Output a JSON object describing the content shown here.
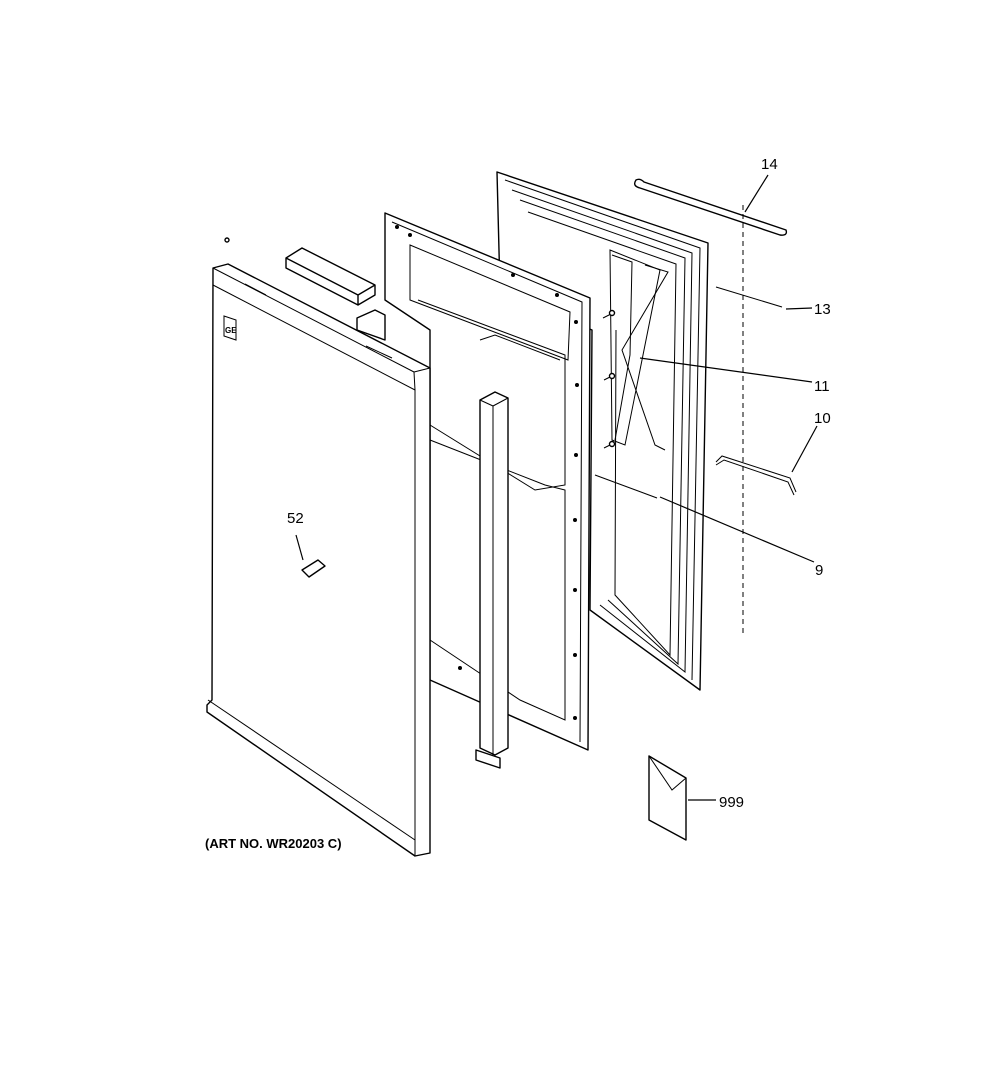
{
  "diagram": {
    "callouts": [
      {
        "id": "14",
        "text": "14"
      },
      {
        "id": "13",
        "text": "13"
      },
      {
        "id": "11",
        "text": "11"
      },
      {
        "id": "10",
        "text": "10"
      },
      {
        "id": "9",
        "text": "9"
      },
      {
        "id": "52",
        "text": "52"
      },
      {
        "id": "999",
        "text": "999"
      }
    ],
    "art_number": "(ART NO. WR20203 C)",
    "logo_text": "GE"
  }
}
